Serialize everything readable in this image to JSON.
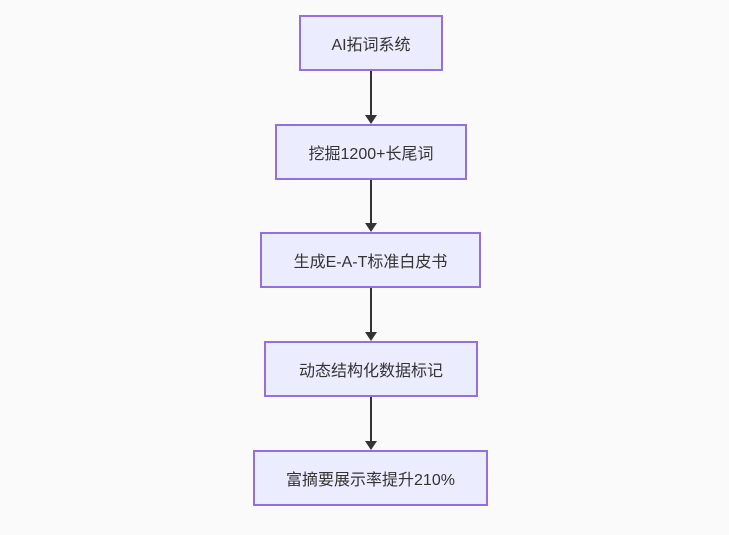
{
  "diagram": {
    "type": "flowchart",
    "direction": "top-down",
    "colors": {
      "background": "#fafafa",
      "node_fill": "#ECECFF",
      "node_border": "#9370DB",
      "node_text": "#333333",
      "arrow": "#333333"
    },
    "nodes": [
      {
        "id": "node-1",
        "label": "AI拓词系统"
      },
      {
        "id": "node-2",
        "label": "挖掘1200+长尾词"
      },
      {
        "id": "node-3",
        "label": "生成E-A-T标准白皮书"
      },
      {
        "id": "node-4",
        "label": "动态结构化数据标记"
      },
      {
        "id": "node-5",
        "label": "富摘要展示率提升210%"
      }
    ],
    "edges": [
      {
        "from": "AI拓词系统",
        "to": "挖掘1200+长尾词",
        "style": "arrow-down"
      },
      {
        "from": "挖掘1200+长尾词",
        "to": "生成E-A-T标准白皮书",
        "style": "arrow-down"
      },
      {
        "from": "生成E-A-T标准白皮书",
        "to": "动态结构化数据标记",
        "style": "arrow-down"
      },
      {
        "from": "动态结构化数据标记",
        "to": "富摘要展示率提升210%",
        "style": "arrow-down"
      }
    ]
  }
}
